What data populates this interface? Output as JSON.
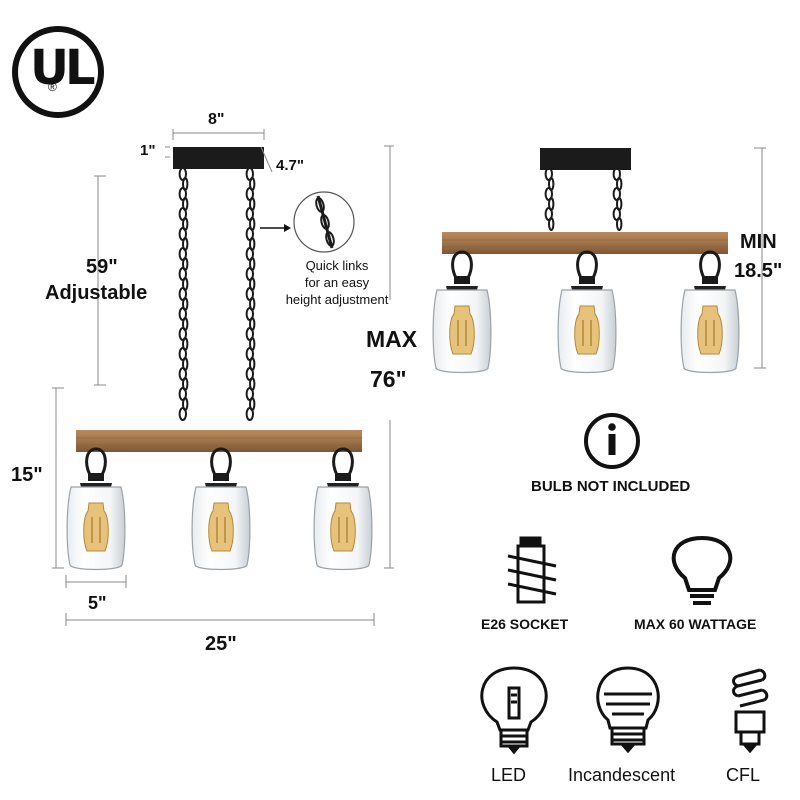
{
  "logo": {
    "text": "UL",
    "mark": "®"
  },
  "dimensions": {
    "canopy_width": "8\"",
    "canopy_height": "1\"",
    "canopy_depth": "4.7\"",
    "chain_length": "59\"",
    "chain_note": "Adjustable",
    "fixture_height": "15\"",
    "shade_width": "5\"",
    "total_width": "25\"",
    "max_label": "MAX",
    "max_value": "76\"",
    "min_label": "MIN",
    "min_value": "18.5\""
  },
  "quick_links": {
    "line1": "Quick links",
    "line2": "for an easy",
    "line3": "height adjustment"
  },
  "info": {
    "bulb": "BULB NOT INCLUDED"
  },
  "features": {
    "socket": "E26 SOCKET",
    "wattage": "MAX 60 WATTAGE"
  },
  "bulb_types": [
    "LED",
    "Incandescent",
    "CFL"
  ],
  "colors": {
    "wood": "#a0744a",
    "wood_dark": "#7d5634",
    "metal": "#1b1b1b",
    "glass": "#cfd4d8",
    "line": "#888888"
  }
}
